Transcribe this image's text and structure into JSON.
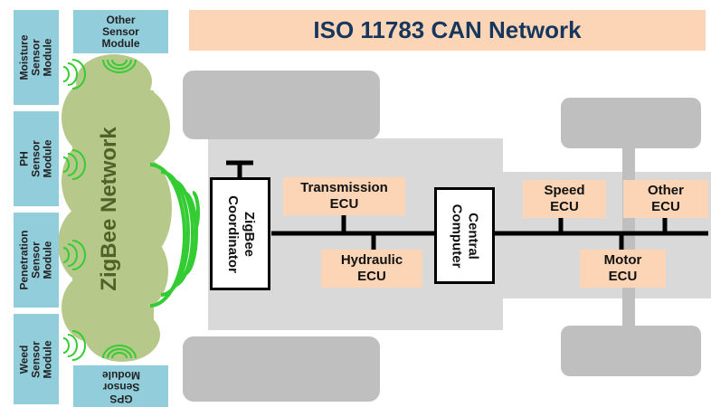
{
  "title": "ISO 11783 CAN Network",
  "zigbee_network": "ZigBee Network",
  "sensors": {
    "other": "Other\nSensor\nModule",
    "moisture": "Moisture\nSensor\nModule",
    "ph": "PH\nSensor\nModule",
    "penetration": "Penetration\nSensor\nModule",
    "weed": "Weed\nSensor\nModule",
    "gps": "GPS\nSensor\nModule"
  },
  "nodes": {
    "coordinator": "ZigBee\nCoordinator",
    "central": "Central\nComputer"
  },
  "ecus": {
    "transmission": "Transmission\nECU",
    "hydraulic": "Hydraulic\nECU",
    "speed": "Speed\nECU",
    "other": "Other\nECU",
    "motor": "Motor\nECU"
  },
  "colors": {
    "sensor_fill": "#92cddc",
    "ecu_fill": "#fbd5b5",
    "cloud_fill": "#b7c98a",
    "signal_green": "#33cc33",
    "vehicle_gray": "#d9d9d9",
    "wheel_gray": "#bfbfbf",
    "bus": "#000000"
  }
}
